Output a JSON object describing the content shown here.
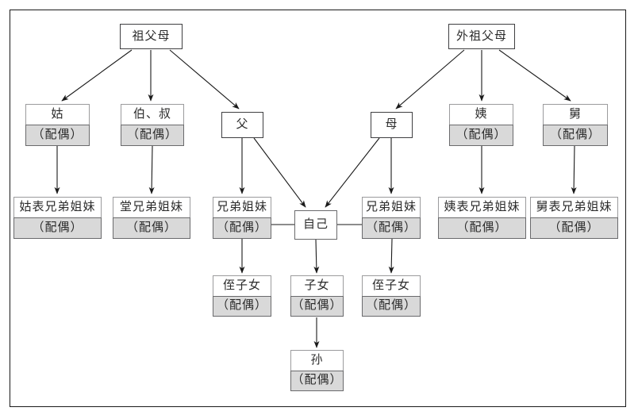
{
  "diagram": {
    "description": "Chinese kinship relations family tree diagram",
    "spouse_label": "（配偶）",
    "colors": {
      "line": "#1a1a1a",
      "spouse_fill": "#d9d9d9",
      "box_border_dark": "#3f3f41",
      "box_border_light": "#9b9b9d",
      "background": "#ffffff"
    },
    "nodes": {
      "paternal_grandparents": "祖父母",
      "maternal_grandparents": "外祖父母",
      "paternal_aunt": "姑",
      "paternal_uncles": "伯、叔",
      "father": "父",
      "mother": "母",
      "maternal_aunt": "姨",
      "maternal_uncle": "舅",
      "paternal_aunt_cousins": "姑表兄弟姐妹",
      "paternal_cousins": "堂兄弟姐妹",
      "siblings_left": "兄弟姐妹",
      "self": "自己",
      "siblings_right": "兄弟姐妹",
      "maternal_aunt_cousins": "姨表兄弟姐妹",
      "maternal_uncle_cousins": "舅表兄弟姐妹",
      "nephews_nieces_left": "侄子女",
      "children": "子女",
      "nephews_nieces_right": "侄子女",
      "grandchildren": "孙"
    }
  }
}
